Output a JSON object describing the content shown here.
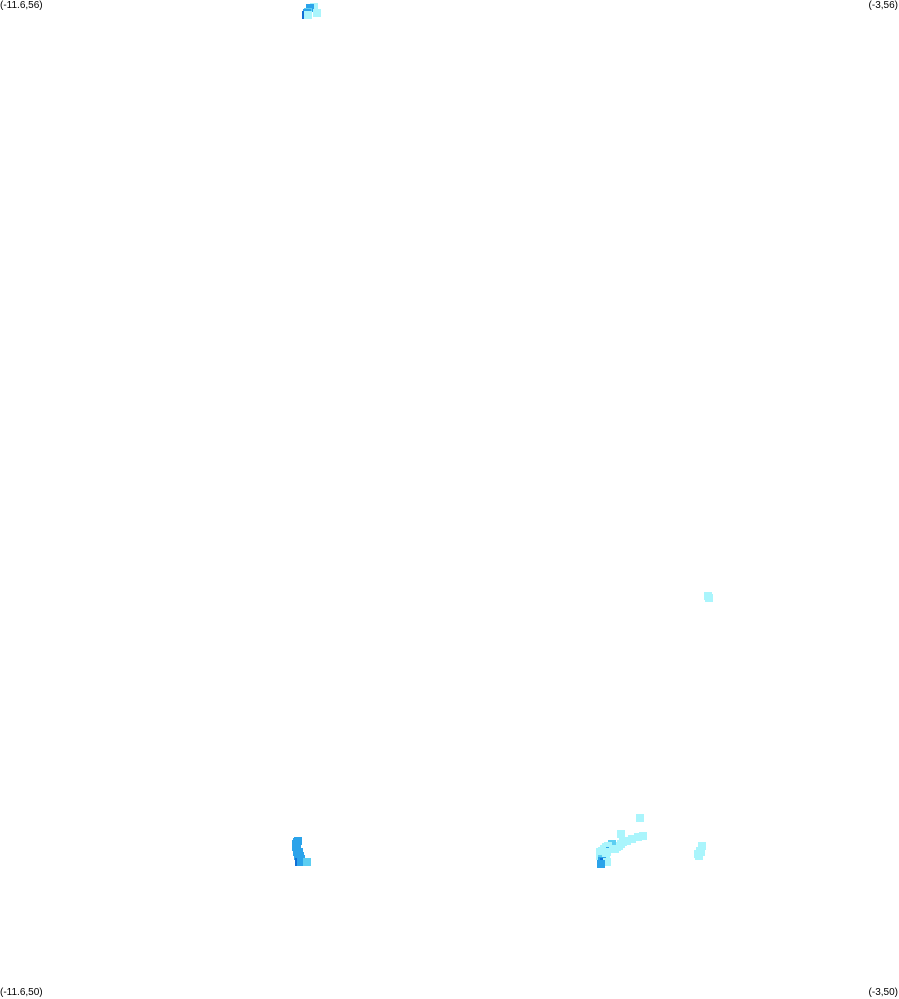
{
  "corners": {
    "top_left": "(-11.6,56)",
    "top_right": "(-3,56)",
    "bottom_left": "(-11.6,50)",
    "bottom_right": "(-3,50)"
  },
  "colors": {
    "background": "#ffffff",
    "light": "#aaf5fc",
    "mid_light": "#5ccef2",
    "mid": "#2ba3ea",
    "dark": "#0f6fd6"
  },
  "extent": {
    "lon": [
      -11.6,
      -3
    ],
    "lat": [
      50,
      56
    ]
  },
  "cells": [
    {
      "lon": -8.6,
      "lat": 55.96,
      "level": "light"
    },
    {
      "lon": -8.63,
      "lat": 55.95,
      "level": "mid"
    },
    {
      "lon": -8.65,
      "lat": 55.93,
      "level": "mid_light"
    },
    {
      "lon": -8.66,
      "lat": 55.92,
      "level": "mid"
    },
    {
      "lon": -8.57,
      "lat": 55.92,
      "level": "light"
    },
    {
      "lon": -8.67,
      "lat": 55.91,
      "level": "dark"
    },
    {
      "lon": -8.65,
      "lat": 55.91,
      "level": "light"
    },
    {
      "lon": -4.83,
      "lat": 52.42,
      "level": "light"
    },
    {
      "lon": -4.82,
      "lat": 52.41,
      "level": "light"
    },
    {
      "lon": -5.48,
      "lat": 51.09,
      "level": "light"
    },
    {
      "lon": -5.66,
      "lat": 50.99,
      "level": "light"
    },
    {
      "lon": -5.45,
      "lat": 50.98,
      "level": "light"
    },
    {
      "lon": -5.5,
      "lat": 50.97,
      "level": "light"
    },
    {
      "lon": -5.55,
      "lat": 50.96,
      "level": "light"
    },
    {
      "lon": -5.6,
      "lat": 50.95,
      "level": "light"
    },
    {
      "lon": -5.64,
      "lat": 50.94,
      "level": "light"
    },
    {
      "lon": -5.66,
      "lat": 50.93,
      "level": "light"
    },
    {
      "lon": -5.68,
      "lat": 50.92,
      "level": "light"
    },
    {
      "lon": -5.7,
      "lat": 50.91,
      "level": "light"
    },
    {
      "lon": -5.72,
      "lat": 50.9,
      "level": "light"
    },
    {
      "lon": -8.75,
      "lat": 50.95,
      "level": "mid"
    },
    {
      "lon": -8.76,
      "lat": 50.94,
      "level": "mid"
    },
    {
      "lon": -8.77,
      "lat": 50.93,
      "level": "mid"
    },
    {
      "lon": -5.75,
      "lat": 50.93,
      "level": "mid_light"
    },
    {
      "lon": -5.78,
      "lat": 50.92,
      "level": "light"
    },
    {
      "lon": -5.8,
      "lat": 50.91,
      "level": "light"
    },
    {
      "lon": -4.88,
      "lat": 50.92,
      "level": "light"
    },
    {
      "lon": -8.77,
      "lat": 50.91,
      "level": "mid"
    },
    {
      "lon": -8.76,
      "lat": 50.9,
      "level": "mid"
    },
    {
      "lon": -5.82,
      "lat": 50.9,
      "level": "light"
    },
    {
      "lon": -5.75,
      "lat": 50.9,
      "level": "light"
    },
    {
      "lon": -5.81,
      "lat": 50.89,
      "level": "mid"
    },
    {
      "lon": -5.84,
      "lat": 50.89,
      "level": "light"
    },
    {
      "lon": -4.9,
      "lat": 50.89,
      "level": "light"
    },
    {
      "lon": -8.76,
      "lat": 50.88,
      "level": "mid"
    },
    {
      "lon": -8.74,
      "lat": 50.88,
      "level": "mid"
    },
    {
      "lon": -5.86,
      "lat": 50.88,
      "level": "light"
    },
    {
      "lon": -5.79,
      "lat": 50.88,
      "level": "light"
    },
    {
      "lon": -4.89,
      "lat": 50.88,
      "level": "light"
    },
    {
      "lon": -4.92,
      "lat": 50.87,
      "level": "light"
    },
    {
      "lon": -8.75,
      "lat": 50.86,
      "level": "mid"
    },
    {
      "lon": -8.73,
      "lat": 50.86,
      "level": "mid"
    },
    {
      "lon": -5.86,
      "lat": 50.86,
      "level": "light"
    },
    {
      "lon": -5.8,
      "lat": 50.86,
      "level": "light"
    },
    {
      "lon": -4.91,
      "lat": 50.86,
      "level": "light"
    },
    {
      "lon": -8.74,
      "lat": 50.84,
      "level": "mid"
    },
    {
      "lon": -8.72,
      "lat": 50.84,
      "level": "mid"
    },
    {
      "lon": -5.84,
      "lat": 50.84,
      "level": "mid_light"
    },
    {
      "lon": -5.8,
      "lat": 50.84,
      "level": "light"
    },
    {
      "lon": -8.74,
      "lat": 50.82,
      "level": "dark"
    },
    {
      "lon": -8.72,
      "lat": 50.82,
      "level": "mid"
    },
    {
      "lon": -8.69,
      "lat": 50.82,
      "level": "mid"
    },
    {
      "lon": -8.66,
      "lat": 50.82,
      "level": "mid_light"
    },
    {
      "lon": -5.84,
      "lat": 50.83,
      "level": "mid"
    },
    {
      "lon": -5.82,
      "lat": 50.82,
      "level": "dark"
    },
    {
      "lon": -5.79,
      "lat": 50.82,
      "level": "light"
    },
    {
      "lon": -5.85,
      "lat": 50.81,
      "level": "mid"
    }
  ]
}
